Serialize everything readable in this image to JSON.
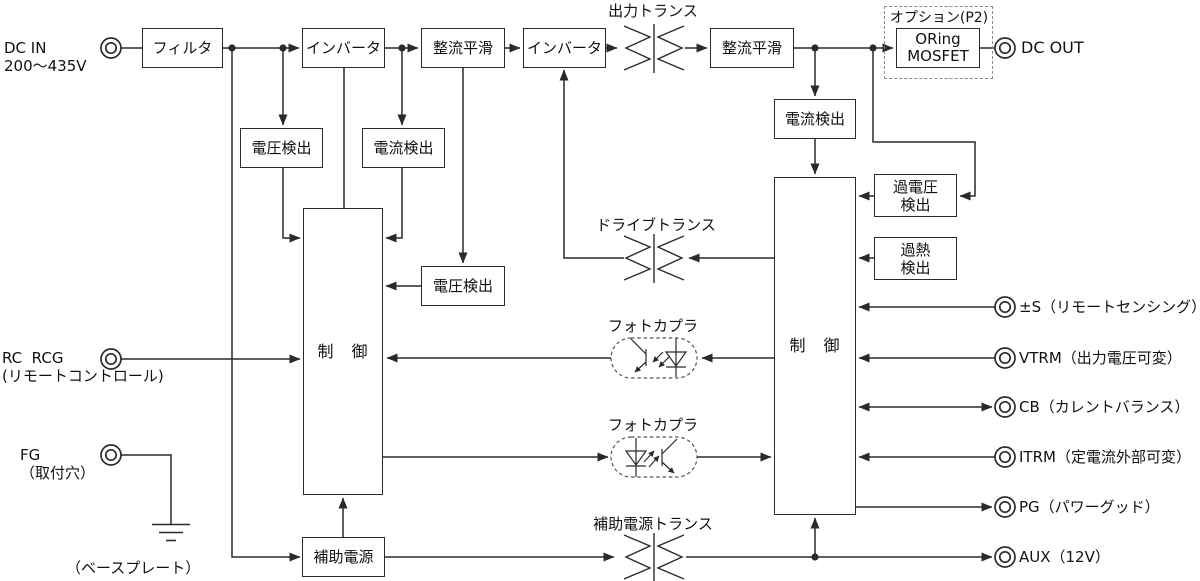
{
  "colors": {
    "line": "#2b2a29",
    "text": "#111111",
    "background": "#ffffff",
    "dashed": "#8a8a8a"
  },
  "input": {
    "dc_in": "DC IN\n200〜435V"
  },
  "blocks": {
    "filter": "フィルタ",
    "inverter1": "インバータ",
    "rectifier1": "整流平滑",
    "inverter2": "インバータ",
    "rectifier2": "整流平滑",
    "oring": "ORing\nMOSFET",
    "option": "オプション(P2)",
    "voltage_detect_in": "電圧検出",
    "current_detect_in": "電流検出",
    "voltage_detect_mid": "電圧検出",
    "current_detect_out": "電流検出",
    "overvoltage_detect": "過電圧\n検出",
    "overheat_detect": "過熱\n検出",
    "control_primary": "制　御",
    "control_secondary": "制　御",
    "aux_supply": "補助電源"
  },
  "transformer_labels": {
    "output": "出力トランス",
    "drive": "ドライブトランス",
    "aux": "補助電源トランス"
  },
  "photocoupler_labels": {
    "pc1": "フォトカプラ",
    "pc2": "フォトカプラ"
  },
  "terminal_labels": {
    "dc_out": "DC OUT",
    "sense": "±S（リモートセンシング）",
    "vtrm": "VTRM（出力電圧可変）",
    "cb": "CB（カレントバランス）",
    "itrm": "ITRM（定電流外部可変）",
    "pg": "PG（パワーグッド）",
    "aux": "AUX（12V）"
  },
  "side_labels": {
    "rc": "RC  RCG\n(リモートコントロール)",
    "fg": "FG\n（取付穴）",
    "baseplate": "（ベースプレート）"
  }
}
